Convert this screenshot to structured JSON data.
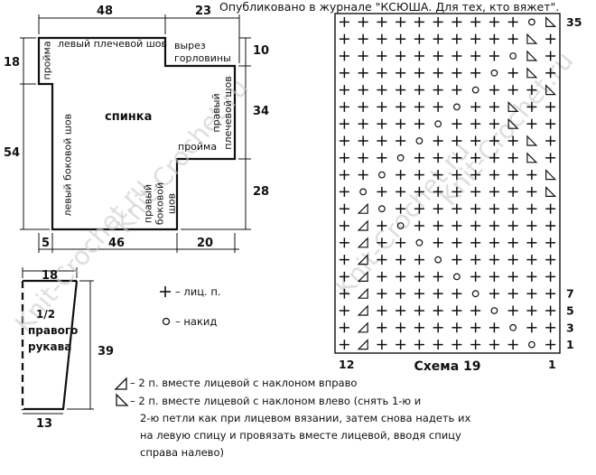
{
  "header": {
    "caption": "Опубликовано в журнале \"КСЮША. Для тех, кто вяжет\"."
  },
  "watermark": "Knit-Crochet.ru",
  "back": {
    "title": "спинка",
    "labels": {
      "left_shoulder": "левый плечевой шов",
      "neck": "вырез горловины",
      "armhole_left": "пройма",
      "right_shoulder": "правый плечевой шов",
      "armhole_right": "пройма",
      "left_side": "левый боковой шов",
      "right_side": "правый боковой шов"
    },
    "dims": {
      "top_width": "48",
      "neck_width": "23",
      "neck_depth": "10",
      "left_step": "18",
      "left_height": "54",
      "right_mid": "34",
      "right_low": "28",
      "bottom_left": "5",
      "bottom_mid": "46",
      "bottom_right": "20"
    }
  },
  "sleeve": {
    "title_lines": [
      "1/2",
      "правого",
      "рукава"
    ],
    "dims": {
      "top": "18",
      "height": "39",
      "bottom": "13"
    }
  },
  "legend": {
    "knit": "– лиц. п.",
    "yo": "– накид",
    "k2tog_right": "– 2 п. вместе лицевой с наклоном вправо",
    "k2tog_left_lines": [
      "– 2 п. вместе лицевой с наклоном влево (снять 1-ю и",
      "2-ю петли как при лицевом вязании, затем снова надеть их",
      "на левую спицу и провязать вместе лицевой, вводя спицу",
      "справа налево)"
    ]
  },
  "chart_data": {
    "type": "table",
    "title": "Схема 19",
    "columns": 12,
    "col_labels": {
      "left": "12",
      "right": "1"
    },
    "row_labels": [
      "35",
      "7",
      "5",
      "3",
      "1"
    ],
    "symbols": {
      "+": "knit",
      "o": "yarn over",
      "L": "k2tog right lean",
      "R": "k2tog left lean"
    },
    "rows_top_to_bottom": [
      "++++++++++oR",
      "++++++++++R+",
      "+++++++++oR+",
      "++++++++o+R+",
      "+++++++o+++R",
      "++++++o++R++",
      "+++++o+++R++",
      "++++o+++++R+",
      "+++o++++++R+",
      "++o++++++++R",
      "+o+++++++++R",
      "+Lo+++++++++",
      "+L+o++++++++",
      "+L++o+++++++",
      "+L+++o++++++",
      "+L++++o+++++",
      "+L+++++o++++",
      "+L++++++o+++",
      "+L+++++++o++",
      "+L++++++++o+"
    ]
  }
}
